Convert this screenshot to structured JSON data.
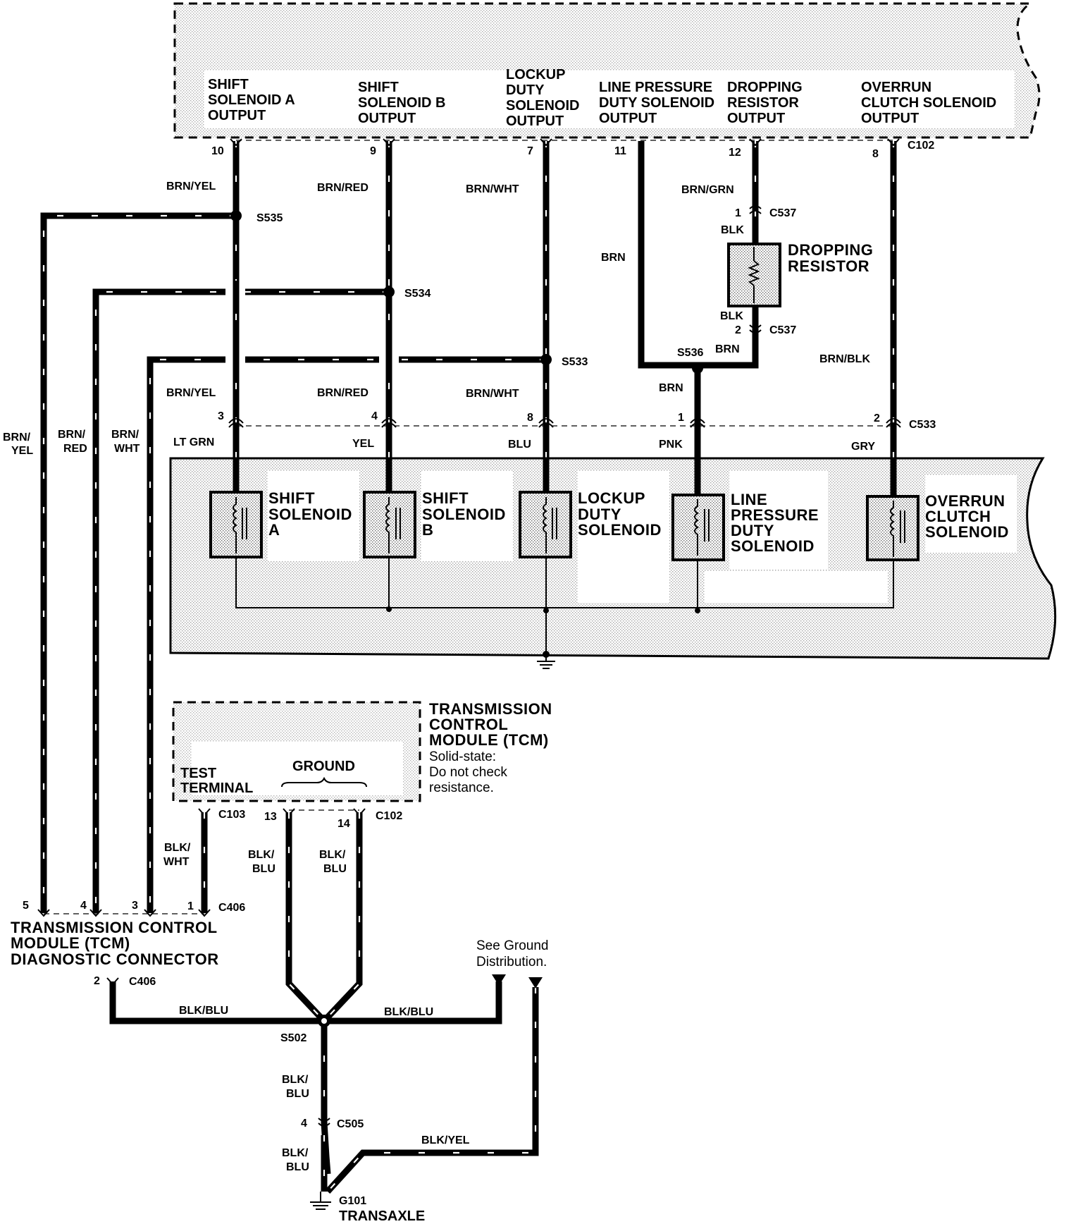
{
  "pcm": {
    "outputs": [
      {
        "key": "a",
        "l1": "SHIFT",
        "l2": "SOLENOID A",
        "l3": "OUTPUT",
        "l4": ""
      },
      {
        "key": "b",
        "l1": "SHIFT",
        "l2": "SOLENOID B",
        "l3": "OUTPUT",
        "l4": ""
      },
      {
        "key": "lu",
        "l1": "LOCKUP",
        "l2": "DUTY",
        "l3": "SOLENOID",
        "l4": "OUTPUT"
      },
      {
        "key": "lp",
        "l1": "LINE PRESSURE",
        "l2": "DUTY SOLENOID",
        "l3": "OUTPUT",
        "l4": ""
      },
      {
        "key": "dr",
        "l1": "DROPPING",
        "l2": "RESISTOR",
        "l3": "OUTPUT",
        "l4": ""
      },
      {
        "key": "oc",
        "l1": "OVERRUN",
        "l2": "CLUTCH SOLENOID",
        "l3": "OUTPUT",
        "l4": ""
      }
    ],
    "pins": [
      "10",
      "9",
      "7",
      "11",
      "12",
      "8"
    ],
    "connector": "C102"
  },
  "wires": {
    "brn_yel": "BRN/YEL",
    "brn_red": "BRN/RED",
    "brn_wht": "BRN/WHT",
    "brn": "BRN",
    "brn_grn": "BRN/GRN",
    "blk": "BLK",
    "brn_blk": "BRN/BLK",
    "lt_grn": "LT GRN",
    "yel": "YEL",
    "blu": "BLU",
    "pnk": "PNK",
    "gry": "GRY",
    "brn_yel_v1": "BRN/",
    "brn_yel_v2": "YEL",
    "brn_red_v1": "BRN/",
    "brn_red_v2": "RED",
    "brn_wht_v1": "BRN/",
    "brn_wht_v2": "WHT",
    "blk_wht_1": "BLK/",
    "blk_wht_2": "WHT",
    "blk_blu_1": "BLK/",
    "blk_blu_2": "BLU",
    "blk_blu": "BLK/BLU",
    "blk_yel": "BLK/YEL"
  },
  "splices": {
    "s535": "S535",
    "s534": "S534",
    "s533": "S533",
    "s536": "S536",
    "s502": "S502"
  },
  "dropping_resistor": {
    "l1": "DROPPING",
    "l2": "RESISTOR",
    "conn": "C537",
    "pin1": "1",
    "pin2": "2"
  },
  "c533": {
    "name": "C533",
    "pins": [
      "3",
      "4",
      "8",
      "1",
      "2"
    ]
  },
  "solenoids": [
    {
      "l1": "SHIFT",
      "l2": "SOLENOID",
      "l3": "A"
    },
    {
      "l1": "SHIFT",
      "l2": "SOLENOID",
      "l3": "B"
    },
    {
      "l1": "LOCKUP",
      "l2": "DUTY",
      "l3": "SOLENOID"
    },
    {
      "l1": "LINE",
      "l2": "PRESSURE",
      "l3": "DUTY",
      "l4": "SOLENOID"
    },
    {
      "l1": "OVERRUN",
      "l2": "CLUTCH",
      "l3": "SOLENOID"
    }
  ],
  "tcm": {
    "l1": "TRANSMISSION",
    "l2": "CONTROL",
    "l3": "MODULE (TCM)",
    "n1": "Solid-state:",
    "n2": "Do not check",
    "n3": "resistance.",
    "test1": "TEST",
    "test2": "TERMINAL",
    "ground": "GROUND",
    "c103": "C103",
    "c102": "C102",
    "pin13": "13",
    "pin14": "14"
  },
  "diag": {
    "l1": "TRANSMISSION CONTROL",
    "l2": "MODULE (TCM)",
    "l3": "DIAGNOSTIC CONNECTOR",
    "conn": "C406",
    "pins": [
      "5",
      "4",
      "3",
      "1"
    ],
    "pin2": "2"
  },
  "ground": {
    "see1": "See Ground",
    "see2": "Distribution.",
    "c505": "C505",
    "pin4": "4",
    "g101": "G101",
    "transaxle": "TRANSAXLE"
  }
}
